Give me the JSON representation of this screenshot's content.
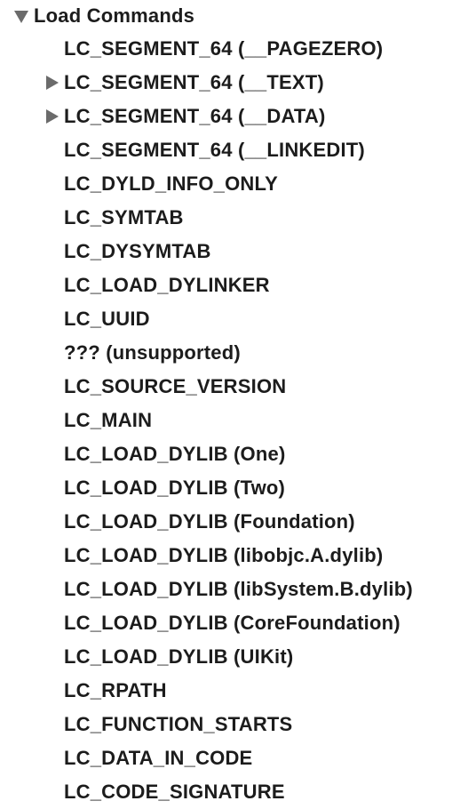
{
  "tree": {
    "root_label": "Load Commands",
    "root_expanded": true,
    "items": [
      {
        "label": "LC_SEGMENT_64 (__PAGEZERO)",
        "expandable": false
      },
      {
        "label": "LC_SEGMENT_64 (__TEXT)",
        "expandable": true
      },
      {
        "label": "LC_SEGMENT_64 (__DATA)",
        "expandable": true
      },
      {
        "label": "LC_SEGMENT_64 (__LINKEDIT)",
        "expandable": false
      },
      {
        "label": "LC_DYLD_INFO_ONLY",
        "expandable": false
      },
      {
        "label": "LC_SYMTAB",
        "expandable": false
      },
      {
        "label": "LC_DYSYMTAB",
        "expandable": false
      },
      {
        "label": "LC_LOAD_DYLINKER",
        "expandable": false
      },
      {
        "label": "LC_UUID",
        "expandable": false
      },
      {
        "label": "??? (unsupported)",
        "expandable": false
      },
      {
        "label": "LC_SOURCE_VERSION",
        "expandable": false
      },
      {
        "label": "LC_MAIN",
        "expandable": false
      },
      {
        "label": "LC_LOAD_DYLIB (One)",
        "expandable": false
      },
      {
        "label": "LC_LOAD_DYLIB (Two)",
        "expandable": false
      },
      {
        "label": "LC_LOAD_DYLIB (Foundation)",
        "expandable": false
      },
      {
        "label": "LC_LOAD_DYLIB (libobjc.A.dylib)",
        "expandable": false
      },
      {
        "label": "LC_LOAD_DYLIB (libSystem.B.dylib)",
        "expandable": false
      },
      {
        "label": "LC_LOAD_DYLIB (CoreFoundation)",
        "expandable": false
      },
      {
        "label": "LC_LOAD_DYLIB (UIKit)",
        "expandable": false
      },
      {
        "label": "LC_RPATH",
        "expandable": false
      },
      {
        "label": "LC_FUNCTION_STARTS",
        "expandable": false
      },
      {
        "label": "LC_DATA_IN_CODE",
        "expandable": false
      },
      {
        "label": "LC_CODE_SIGNATURE",
        "expandable": false
      }
    ]
  }
}
